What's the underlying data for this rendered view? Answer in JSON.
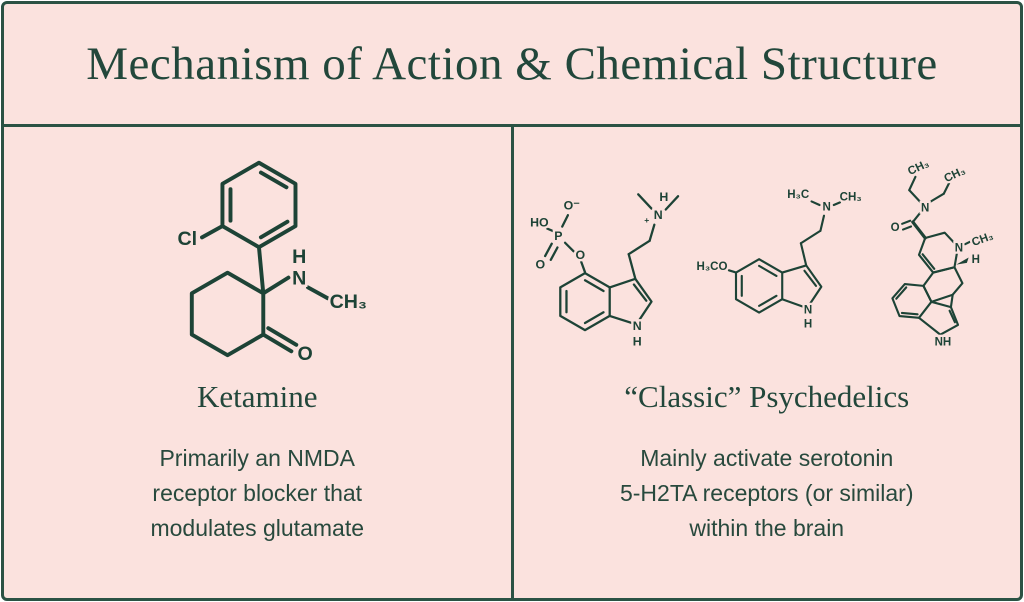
{
  "theme": {
    "background_pink": "#fbe2de",
    "ink_green": "#1d4336",
    "border_green": "#2b5244"
  },
  "header": {
    "title": "Mechanism of Action & Chemical Structure"
  },
  "left": {
    "heading": "Ketamine",
    "desc_lines": [
      "Primarily an NMDA",
      "receptor blocker that",
      "modulates glutamate"
    ],
    "structure_labels": {
      "cl": "Cl",
      "h": "H",
      "n": "N",
      "methyl": "CH₃",
      "o": "O"
    }
  },
  "right": {
    "heading": "“Classic” Psychedelics",
    "desc_lines": [
      "Mainly activate serotonin",
      "5-H2TA receptors (or similar)",
      "within the brain"
    ],
    "psilocybin_labels": {
      "ho": "HO",
      "p": "P",
      "o_minus": "O⁻",
      "o_double": "O",
      "o_ester": "O",
      "plus": "+",
      "h_amine": "H",
      "n_amine": "N",
      "n_ring": "N",
      "h_ring": "H"
    },
    "meo_dmt_labels": {
      "methoxy": "H₃CO",
      "h3c": "H₃C",
      "n_amine": "N",
      "ch3": "CH₃",
      "n_ring": "N",
      "h_ring": "H"
    },
    "lsd_labels": {
      "ch3_left": "CH₃",
      "ch3_right": "CH₃",
      "n_amide": "N",
      "o": "O",
      "n_ring": "N",
      "n_methyl": "CH₃",
      "h_stereo": "H",
      "nh": "NH"
    }
  }
}
